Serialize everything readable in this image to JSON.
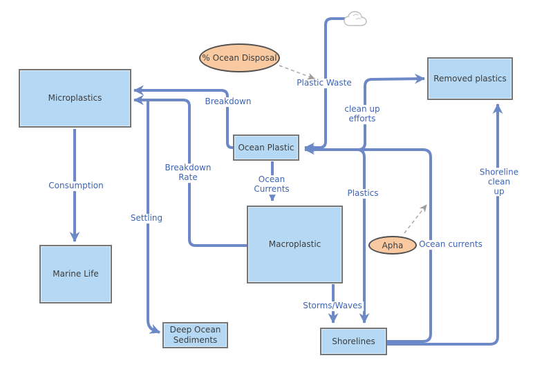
{
  "diagram": {
    "colors": {
      "stock_fill": "#b5d9f4",
      "stock_border": "#757575",
      "flow_line": "#6d88c6",
      "label_text": "#3d63b4",
      "node_text": "#3c3c3c",
      "variable_fill": "#f9caa2",
      "variable_border": "#4f4f4f",
      "link_line": "#a8a8a8",
      "background": "#ffffff"
    },
    "stocks": {
      "microplastics": {
        "label": "Microplastics"
      },
      "marine_life": {
        "label": "Marine Life"
      },
      "ocean_plastic": {
        "label": "Ocean Plastic"
      },
      "macroplastic": {
        "label": "Macroplastic"
      },
      "deep_ocean_sediments": {
        "label": "Deep Ocean\nSediments"
      },
      "shorelines": {
        "label": "Shorelines"
      },
      "removed_plastics": {
        "label": "Removed plastics"
      }
    },
    "variables": {
      "ocean_disposal": {
        "label": "% Ocean Disposal"
      },
      "apha": {
        "label": "Apha"
      }
    },
    "flow_labels": {
      "breakdown": "Breakdown",
      "breakdown_rate": "Breakdown\nRate",
      "settling": "Settling",
      "consumption": "Consumption",
      "plastic_waste": "Plastic Waste",
      "cleanup_efforts": "clean up\nefforts",
      "plastics": "Plastics",
      "ocean_currents_down": "Ocean\nCurrents",
      "ocean_currents_return": "Ocean currents",
      "storms_waves": "Storms/Waves",
      "shoreline_cleanup": "Shoreline clean\nup"
    },
    "icons": {
      "cloud": "cloud-icon"
    }
  }
}
